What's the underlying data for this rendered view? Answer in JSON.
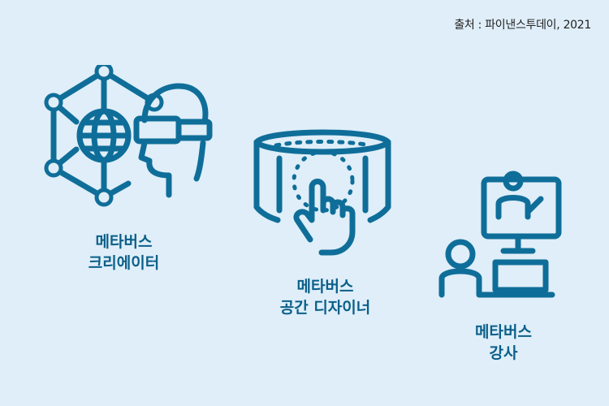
{
  "source": "출처 : 파이낸스투데이, 2021",
  "items": [
    {
      "line1": "메타버스",
      "line2": "크리에이터",
      "icon": "network-vr-headset-icon"
    },
    {
      "line1": "메타버스",
      "line2": "공간 디자이너",
      "icon": "immersive-screen-touch-icon"
    },
    {
      "line1": "메타버스",
      "line2": "강사",
      "icon": "online-teaching-icon"
    }
  ],
  "colors": {
    "background": "#dfeef8",
    "icon": "#0f6e99",
    "label": "#0a5f8a"
  }
}
